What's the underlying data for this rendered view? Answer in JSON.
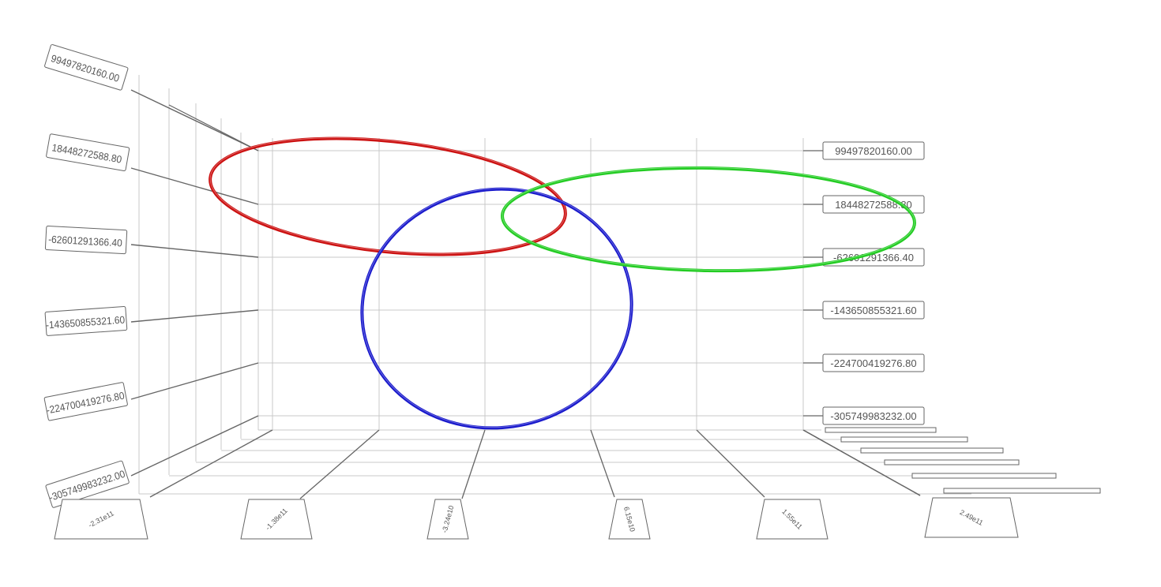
{
  "chart_data": {
    "type": "line",
    "projection": "3d",
    "title": "",
    "grid": true,
    "legend": "none",
    "y_axis": {
      "ticks": [
        "99497820160.00",
        "18448272588.80",
        "-62601291366.40",
        "-143650855321.60",
        "-224700419276.80",
        "-305749983232.00"
      ],
      "range": [
        -305749983232.0,
        99497820160.0
      ]
    },
    "x_axis": {
      "ticks": [
        "-2.31e11",
        "-1.38e11",
        "-3.24e10",
        "6.15e10",
        "1.55e11",
        "2.49e11"
      ]
    },
    "z_axis": {
      "ticks": [
        "",
        "",
        "",
        "",
        "",
        ""
      ]
    },
    "series": [
      {
        "color": "#cc1111",
        "shape": "ellipse"
      },
      {
        "color": "#1a1acc",
        "shape": "ellipse"
      },
      {
        "color": "#22cc22",
        "shape": "ellipse"
      }
    ]
  }
}
